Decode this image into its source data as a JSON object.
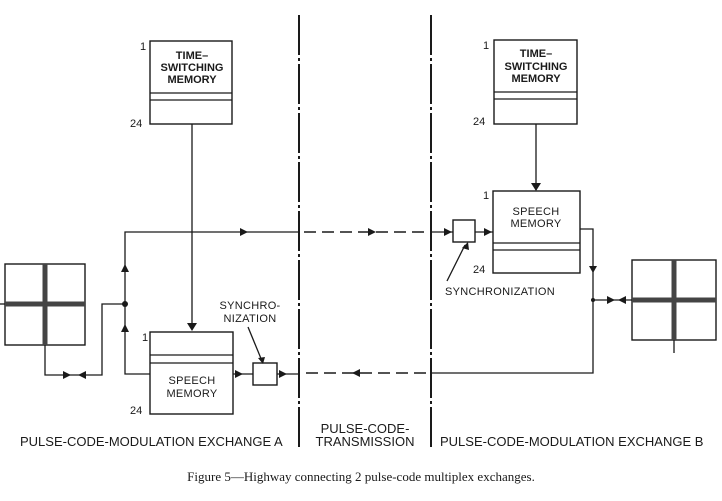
{
  "figure": {
    "caption": "Figure 5—Highway connecting 2 pulse-code multiplex exchanges."
  },
  "regions": {
    "exchange_a": "PULSE-CODE-MODULATION EXCHANGE A",
    "transmission_line1": "PULSE-CODE-",
    "transmission_line2": "TRANSMISSION",
    "exchange_b": "PULSE-CODE-MODULATION EXCHANGE B"
  },
  "exchange_a": {
    "time_switching_memory": {
      "line1": "TIME–",
      "line2": "SWITCHING",
      "line3": "MEMORY",
      "index_first": "1",
      "index_last": "24"
    },
    "speech_memory": {
      "line1": "SPEECH",
      "line2": "MEMORY",
      "index_first": "1",
      "index_last": "24"
    },
    "synchronization": {
      "line1": "SYNCHRO-",
      "line2": "NIZATION"
    }
  },
  "exchange_b": {
    "time_switching_memory": {
      "line1": "TIME–",
      "line2": "SWITCHING",
      "line3": "MEMORY",
      "index_first": "1",
      "index_last": "24"
    },
    "speech_memory": {
      "line1": "SPEECH",
      "line2": "MEMORY",
      "index_first": "1",
      "index_last": "24"
    },
    "synchronization": {
      "label": "SYNCHRONIZATION"
    }
  }
}
